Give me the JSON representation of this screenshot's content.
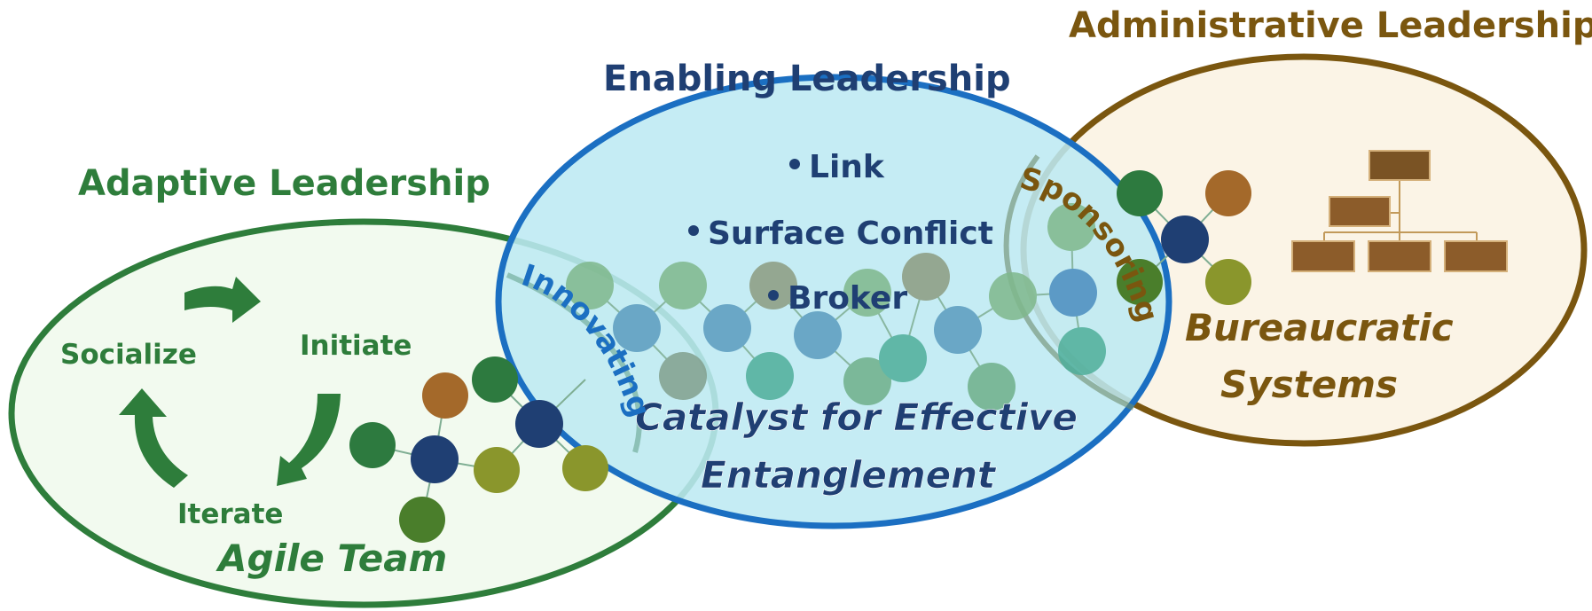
{
  "headings": {
    "adaptive": "Adaptive Leadership",
    "enabling": "Enabling Leadership",
    "administrative": "Administrative Leadership"
  },
  "cycle": {
    "socialize": "Socialize",
    "initiate": "Initiate",
    "iterate": "Iterate"
  },
  "agile_team": "Agile Team",
  "bullets": [
    "Link",
    "Surface Conflict",
    "Broker"
  ],
  "catalyst": {
    "line1": "Catalyst for Effective",
    "line2": "Entanglement"
  },
  "innovating": "Innovating",
  "sponsoring": "Sponsoring",
  "bureaucratic": {
    "line1": "Bureaucratic",
    "line2": "Systems"
  },
  "colors": {
    "adaptive_green": "#2e7d3b",
    "enabling_blue": "#1b6fc2",
    "administrative_brown": "#7a560f",
    "enabling_fill": "#bde9f3",
    "adaptive_fill": "#f2faef",
    "administrative_fill": "#fbf4e6"
  }
}
